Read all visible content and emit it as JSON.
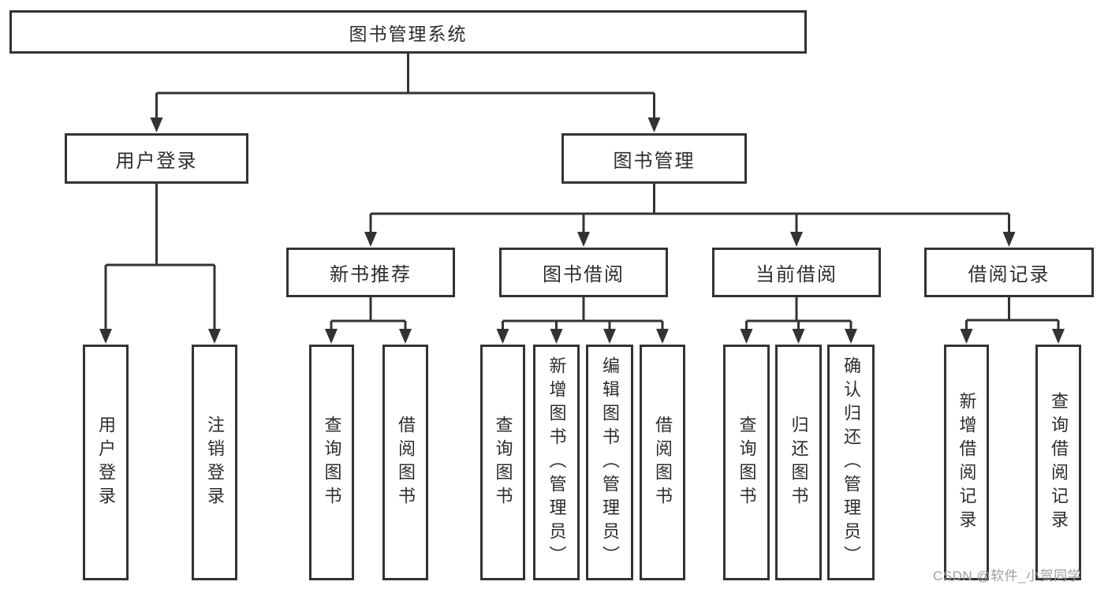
{
  "colors": {
    "line": "#333333",
    "box_border": "#333333",
    "box_fill": "#ffffff",
    "text": "#2d2d2d",
    "watermark": "#9f9f9f",
    "background": "#ffffff"
  },
  "watermark": {
    "text": "CSDN @软件_小贺同学"
  },
  "diagram": {
    "root": {
      "label": "图书管理系统"
    },
    "branches": [
      {
        "label": "用户登录",
        "children": [
          {
            "label": "用户登录"
          },
          {
            "label": "注销登录"
          }
        ]
      },
      {
        "label": "图书管理",
        "children": [
          {
            "label": "新书推荐",
            "children": [
              {
                "label": "查询图书"
              },
              {
                "label": "借阅图书"
              }
            ]
          },
          {
            "label": "图书借阅",
            "children": [
              {
                "label": "查询图书"
              },
              {
                "label": "新增图书（管理员）"
              },
              {
                "label": "编辑图书（管理员）"
              },
              {
                "label": "借阅图书"
              }
            ]
          },
          {
            "label": "当前借阅",
            "children": [
              {
                "label": "查询图书"
              },
              {
                "label": "归还图书"
              },
              {
                "label": "确认归还（管理员）"
              }
            ]
          },
          {
            "label": "借阅记录",
            "children": [
              {
                "label": "新增借阅记录"
              },
              {
                "label": "查询借阅记录"
              }
            ]
          }
        ]
      }
    ]
  }
}
